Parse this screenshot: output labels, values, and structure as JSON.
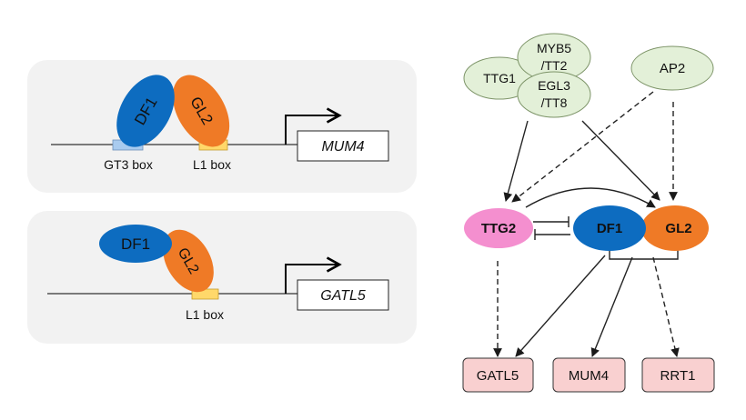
{
  "panels": {
    "top": {
      "proteins": {
        "df1": "DF1",
        "gl2": "GL2"
      },
      "boxes": {
        "gt3": "GT3 box",
        "l1": "L1 box"
      },
      "gene": "MUM4"
    },
    "bottom": {
      "proteins": {
        "df1": "DF1",
        "gl2": "GL2"
      },
      "boxes": {
        "l1": "L1 box"
      },
      "gene": "GATL5"
    }
  },
  "network": {
    "nodes": {
      "ttg1": "TTG1",
      "myb5_line1": "MYB5",
      "myb5_line2": "/TT2",
      "egl3_line1": "EGL3",
      "egl3_line2": "/TT8",
      "ap2": "AP2",
      "ttg2": "TTG2",
      "df1": "DF1",
      "gl2": "GL2"
    },
    "targets": {
      "gatl5": "GATL5",
      "mum4": "MUM4",
      "rrt1": "RRT1"
    }
  },
  "colors": {
    "panel_bg": "#f2f2f2",
    "df1_blue": "#0d6cc0",
    "gl2_orange": "#ef7a26",
    "ttg2_pink": "#f48fcf",
    "complex_green": "#e3f0d8",
    "target_pink": "#f9d0d0",
    "gt3_box": "#a9cbef",
    "l1_box": "#ffd86a"
  }
}
